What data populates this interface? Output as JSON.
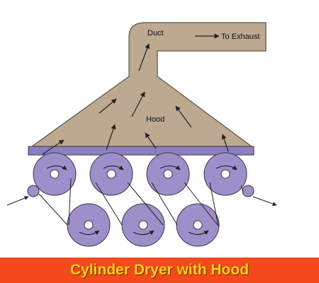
{
  "labels": {
    "duct": "Duct",
    "to_exhaust": "To Exhaust",
    "hood": "Hood"
  },
  "caption": "Cylinder Dryer with Hood",
  "colors": {
    "hood_fill": "#BCA98F",
    "hood_stroke": "#5a5048",
    "plate": "#8C80C0",
    "cylinder_fill": "#9D8FC9",
    "cylinder_stroke": "#3a3450",
    "center_hole": "#ffffff",
    "line": "#222222",
    "caption_bg": "#F24A1A",
    "caption_text": "#FFD21A"
  },
  "icons": {
    "flow_arrow": "arrow-icon",
    "rotation_arrow": "curved-arrow-icon"
  }
}
